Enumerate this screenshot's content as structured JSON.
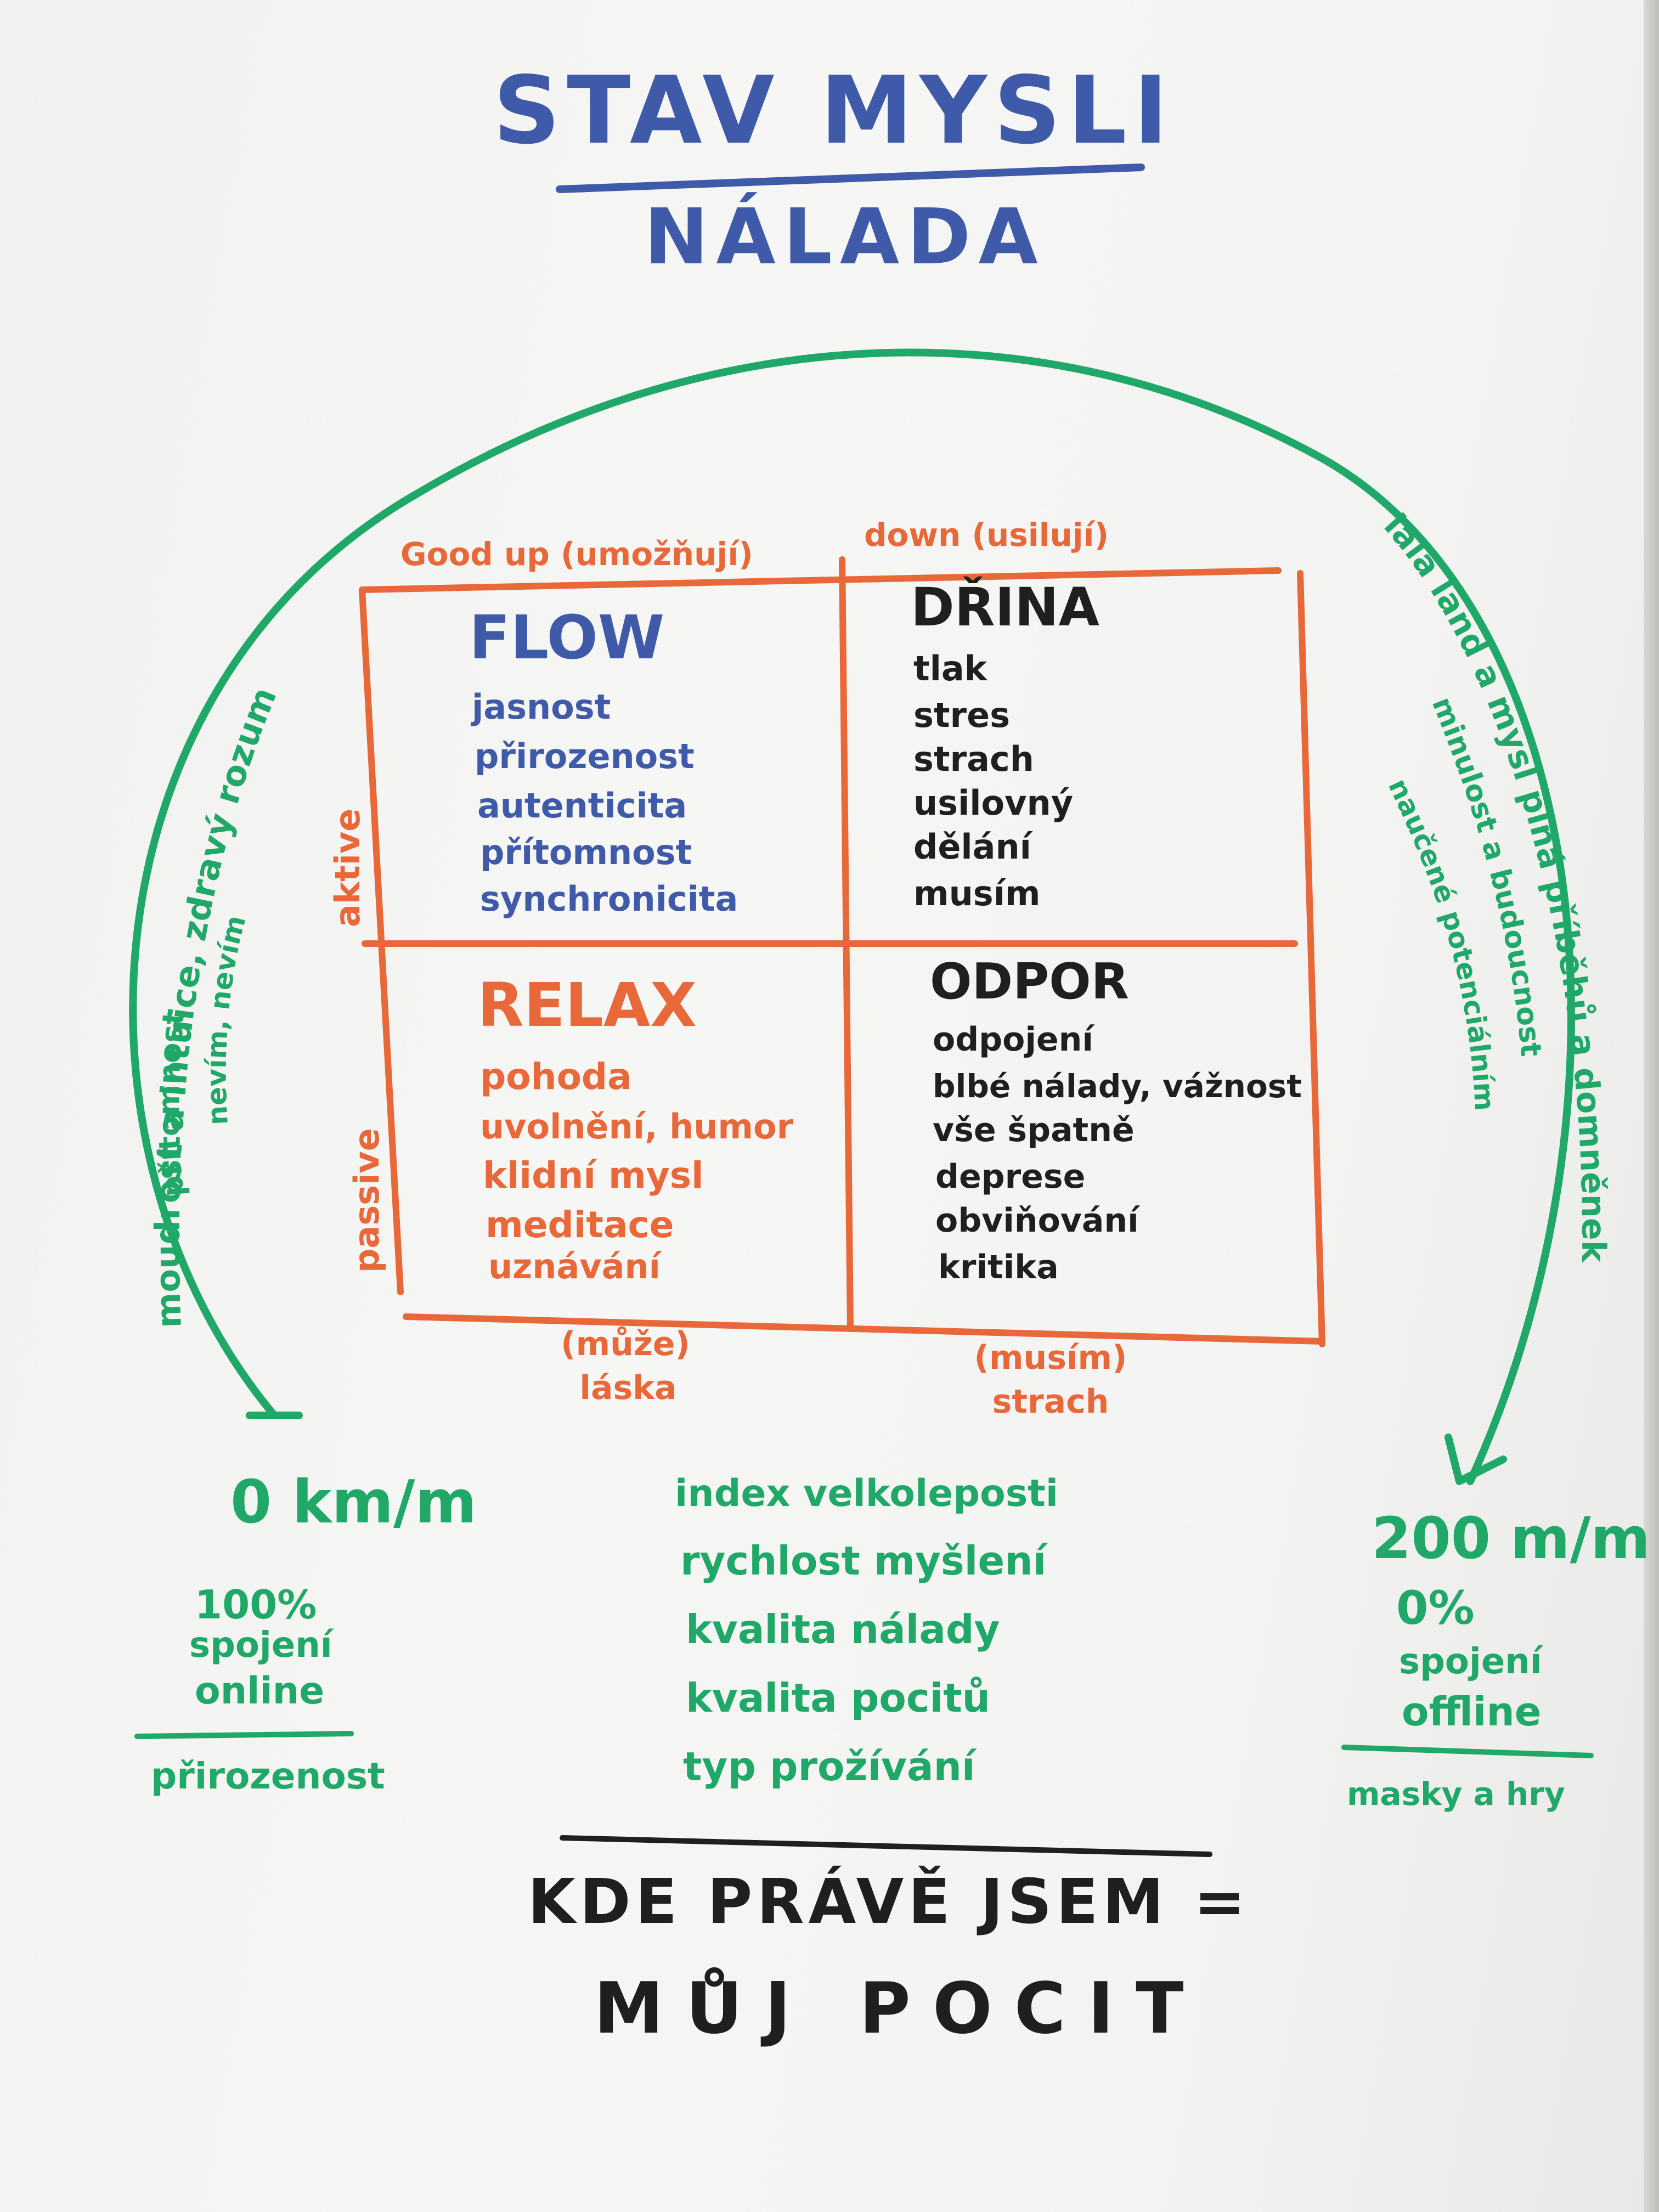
{
  "title": {
    "line1": "STAV MYSLI",
    "line2": "NÁLADA"
  },
  "colors": {
    "blue": "#3f5aa8",
    "orange": "#e8683a",
    "green": "#1fa868",
    "black": "#1f1f1f"
  },
  "header": {
    "left": "Good up (umožňují)",
    "right": "down (usilují)"
  },
  "axis": {
    "active": "aktive",
    "passive": "passive"
  },
  "footer": {
    "left": {
      "line1": "(může)",
      "line2": "láska"
    },
    "right": {
      "line1": "(musím)",
      "line2": "strach"
    }
  },
  "quadrants": {
    "flow": {
      "title": "FLOW",
      "items": [
        "jasnost",
        "přirozenost",
        "autenticita",
        "přítomnost",
        "synchronicita"
      ]
    },
    "drina": {
      "title": "DŘINA",
      "items": [
        "tlak",
        "stres",
        "strach",
        "usilovný",
        "dělání",
        "musím"
      ]
    },
    "relax": {
      "title": "RELAX",
      "items": [
        "pohoda",
        "uvolnění, humor",
        "klidní mysl",
        "meditace",
        "uznávání"
      ]
    },
    "odpor": {
      "title": "ODPOR",
      "items": [
        "odpojení",
        "blbé nálady, vážnost",
        "vše špatně",
        "deprese",
        "obviňování",
        "kritika"
      ]
    }
  },
  "arc": {
    "left_outer": "moudrost a intuice, zdravý rozum",
    "left_inner": [
      "přítomnost",
      "nevím, nevím"
    ],
    "right_outer": "lala land a mysl plná příběhů a domněnek",
    "right_inner": [
      "minulost a budoucnost",
      "naučené potenciálním"
    ]
  },
  "left_stats": {
    "speed": "0 km/m",
    "percent": "100%",
    "line1": "spojení",
    "line2": "online",
    "label": "přirozenost"
  },
  "right_stats": {
    "speed": "200 m/m",
    "percent": "0%",
    "line1": "spojení",
    "line2": "offline",
    "label": "masky a hry"
  },
  "middle_list": [
    "index velkoleposti",
    "rychlost myšlení",
    "kvalita nálady",
    "kvalita pocitů",
    "typ prožívání"
  ],
  "bottom": {
    "line1": "KDE PRÁVĚ JSEM =",
    "line2": "MŮJ POCIT"
  }
}
